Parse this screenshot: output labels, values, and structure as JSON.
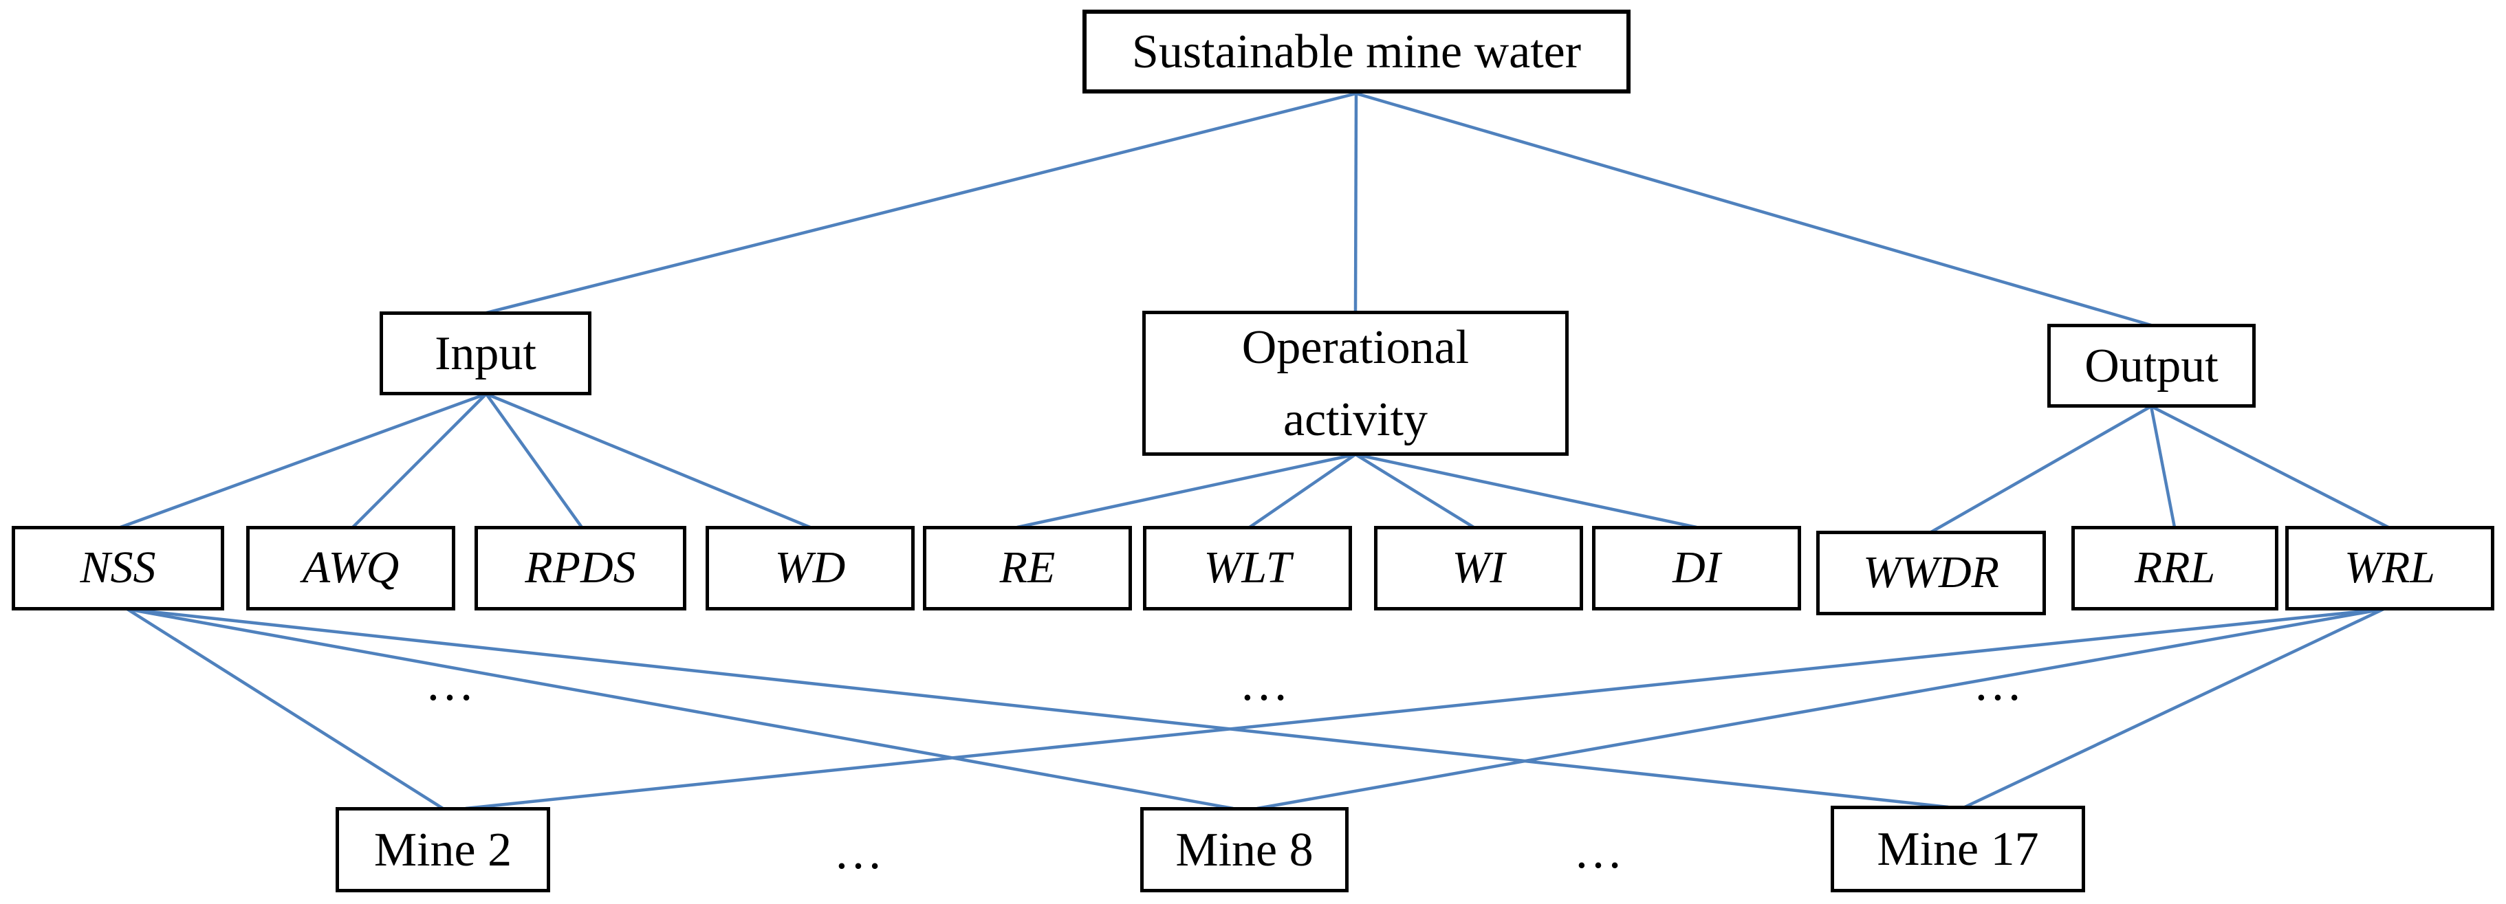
{
  "diagram": {
    "goal": {
      "label": "Sustainable mine water"
    },
    "categories": [
      {
        "label": "Input"
      },
      {
        "label": "Operational activity"
      },
      {
        "label": "Output"
      }
    ],
    "criteria": [
      {
        "label": "NSS",
        "category": "Input"
      },
      {
        "label": "AWQ",
        "category": "Input"
      },
      {
        "label": "RPDS",
        "category": "Input"
      },
      {
        "label": "WD",
        "category": "Input"
      },
      {
        "label": "RE",
        "category": "Operational activity"
      },
      {
        "label": "WLT",
        "category": "Operational activity"
      },
      {
        "label": "WI",
        "category": "Operational activity"
      },
      {
        "label": "DI",
        "category": "Operational activity"
      },
      {
        "label": "WWDR",
        "category": "Output"
      },
      {
        "label": "RRL",
        "category": "Output"
      },
      {
        "label": "WRL",
        "category": "Output"
      }
    ],
    "alternatives": [
      {
        "label": "Mine 2"
      },
      {
        "label": "Mine 8"
      },
      {
        "label": "Mine 17"
      }
    ],
    "ellipsis": "…",
    "connections": {
      "goal_to_categories": [
        "Input",
        "Operational activity",
        "Output"
      ],
      "category_to_criteria": {
        "Input": [
          "NSS",
          "AWQ",
          "RPDS",
          "WD"
        ],
        "Operational activity": [
          "RE",
          "WLT",
          "WI",
          "DI"
        ],
        "Output": [
          "WWDR",
          "RRL",
          "WRL"
        ]
      },
      "criteria_to_alternatives_shown": [
        [
          "NSS",
          "Mine 2"
        ],
        [
          "NSS",
          "Mine 8"
        ],
        [
          "NSS",
          "Mine 17"
        ],
        [
          "WRL",
          "Mine 2"
        ],
        [
          "WRL",
          "Mine 8"
        ],
        [
          "WRL",
          "Mine 17"
        ]
      ]
    },
    "colors": {
      "connector": "#4F81BD",
      "box_border": "#000000",
      "box_fill": "#FFFFFF",
      "text": "#000000",
      "background": "#FFFFFF"
    }
  }
}
